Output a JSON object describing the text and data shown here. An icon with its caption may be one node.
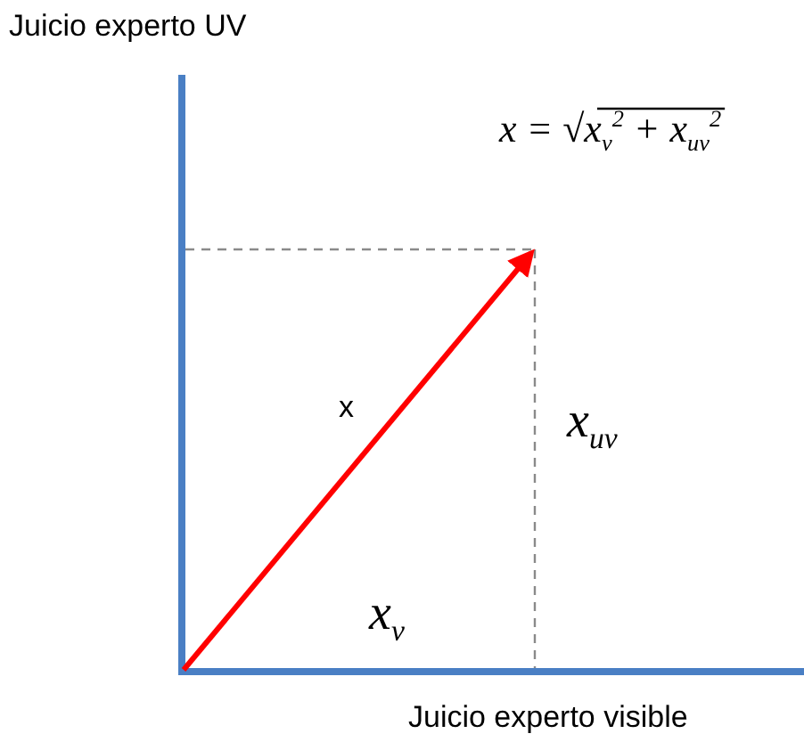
{
  "diagram": {
    "labels": [
      "Juicio experto UV",
      "x = √x$_{v}$$^{2}$ + x$_{uv}$$^{2}$",
      "x",
      "x$_{uv}$",
      "x$_{v}$",
      "Juicio experto visible"
    ]
  }
}
